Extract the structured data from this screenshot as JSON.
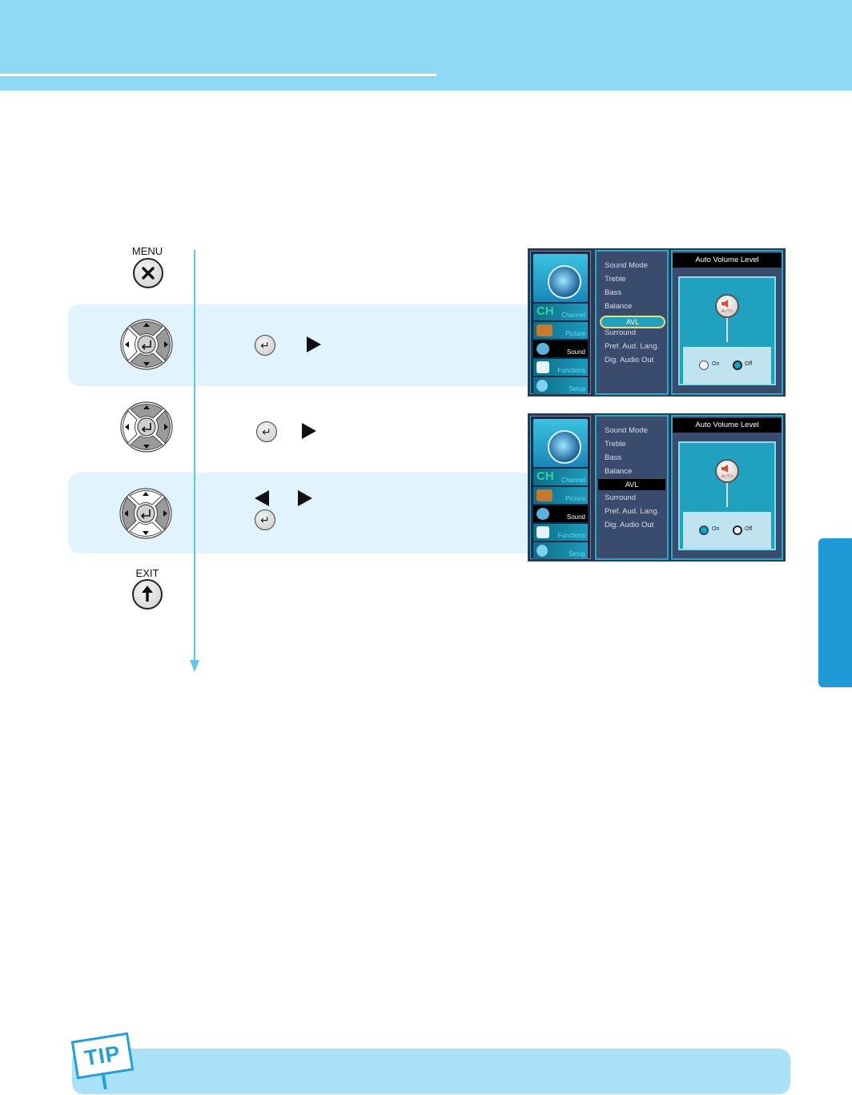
{
  "colors": {
    "header_band": "#8fd9f6",
    "step_band": "#e1f3fc",
    "flow_line": "#5cc6ee",
    "side_tab": "#1f9ad6",
    "tip_bar": "#a9e1f8",
    "osd_highlight": "#1fa1bf"
  },
  "buttons": {
    "menu_label": "MENU",
    "exit_label": "EXIT"
  },
  "icons": {
    "menu": "close-x-icon",
    "exit": "up-arrow-icon",
    "enter": "enter-return-icon",
    "dpad": "direction-pad-icon"
  },
  "osd": {
    "categories": [
      "Channel",
      "Picture",
      "Sound",
      "Functions",
      "Setup"
    ],
    "selected_category": "Sound",
    "logo_text": "CH",
    "menu_items": [
      "Sound Mode",
      "Treble",
      "Bass",
      "Balance",
      "AVL",
      "Surround",
      "Pref. Aud. Lang.",
      "Dig. Audio Out"
    ],
    "panel_title": "Auto Volume Level",
    "speaker_badge": "AUTO",
    "option_on": "On",
    "option_off": "Off"
  },
  "tip": {
    "label": "TIP"
  }
}
